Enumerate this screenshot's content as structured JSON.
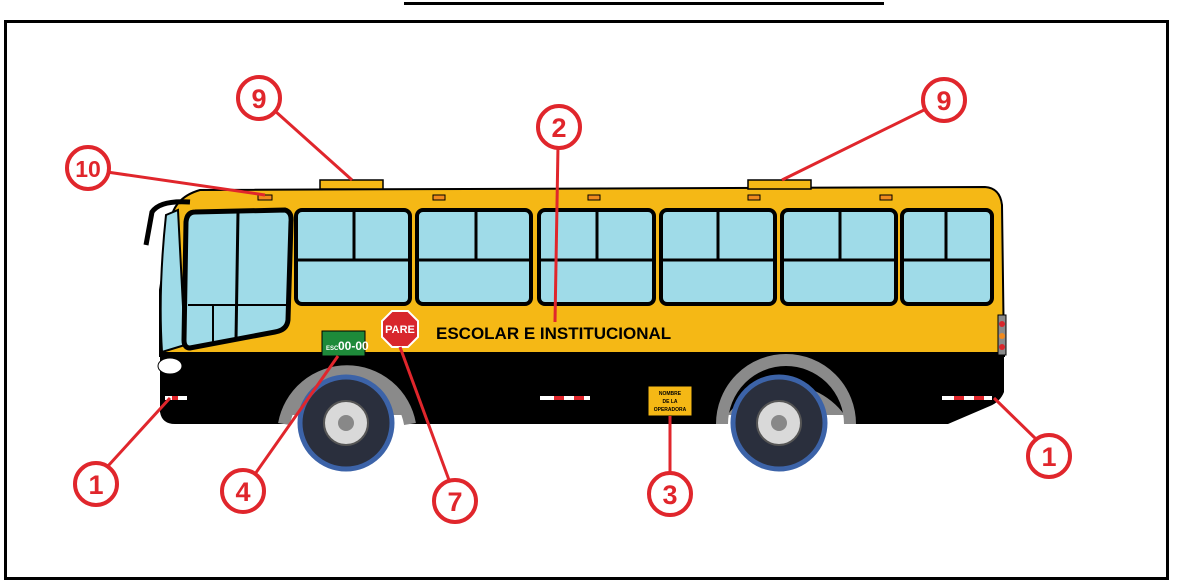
{
  "bus_text": {
    "service_label": "ESCOLAR E INSTITUCIONAL",
    "stop_sign": "PARE",
    "plate": "00-00",
    "plate_prefix": "ESC",
    "operator_placard": [
      "NOMBRE",
      "DE LA",
      "OPERADORA"
    ]
  },
  "callouts": [
    {
      "id": "1a",
      "number": "1"
    },
    {
      "id": "1b",
      "number": "1"
    },
    {
      "id": "2",
      "number": "2"
    },
    {
      "id": "3",
      "number": "3"
    },
    {
      "id": "4",
      "number": "4"
    },
    {
      "id": "7",
      "number": "7"
    },
    {
      "id": "9a",
      "number": "9"
    },
    {
      "id": "9b",
      "number": "9"
    },
    {
      "id": "10",
      "number": "10"
    }
  ],
  "colors": {
    "bus_body": "#f5b815",
    "bus_skirt": "#000000",
    "window_glass": "#9fdbe8",
    "callout_red": "#e0262c",
    "stop_sign": "#d8262c",
    "plate_green": "#1e8a3a",
    "placard_yellow": "#f5b815",
    "tire": "#2a2f3d",
    "rim_blue": "#3c63a8"
  }
}
